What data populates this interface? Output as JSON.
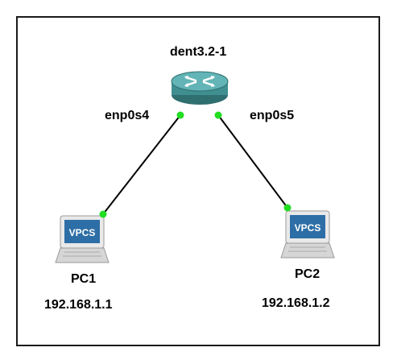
{
  "router": {
    "name": "dent3.2-1",
    "icon": "router-icon",
    "color": "#4fa3a5"
  },
  "hosts": [
    {
      "name": "PC1",
      "ip": "192.168.1.1",
      "badge": "VPCS",
      "icon": "vpcs-pc-icon"
    },
    {
      "name": "PC2",
      "ip": "192.168.1.2",
      "badge": "VPCS",
      "icon": "vpcs-pc-icon"
    }
  ],
  "links": [
    {
      "router_port": "enp0s4",
      "host": "PC1",
      "status_color": "#22dd22"
    },
    {
      "router_port": "enp0s5",
      "host": "PC2",
      "status_color": "#22dd22"
    }
  ]
}
